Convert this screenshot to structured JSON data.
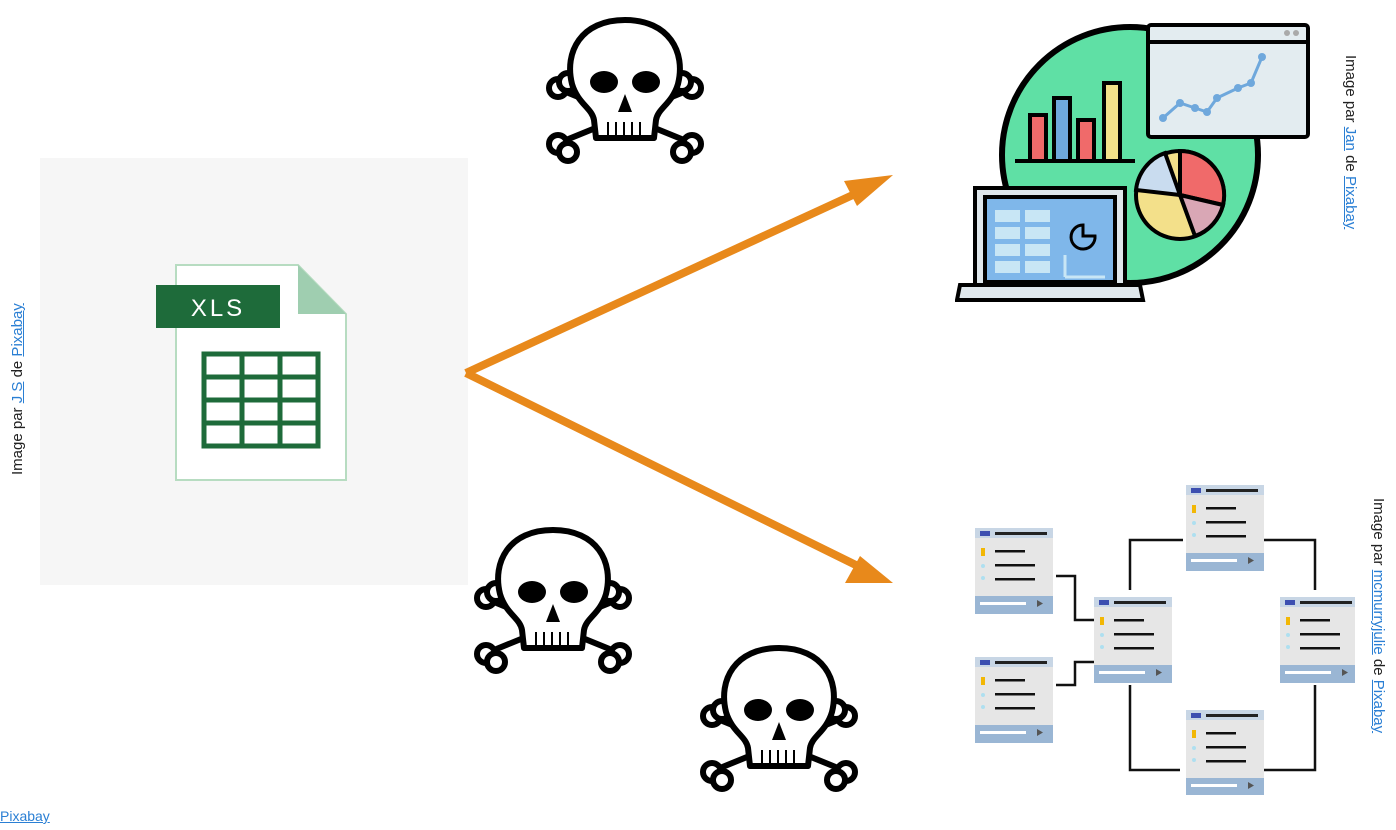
{
  "spreadsheet": {
    "badge": "XLS"
  },
  "credits": {
    "left": {
      "prefix": "Image par ",
      "author": "J S",
      "middle": " de ",
      "site": "Pixabay"
    },
    "top_right": {
      "prefix": "Image par ",
      "author": "Jan",
      "middle": " de ",
      "site": "Pixabay"
    },
    "bottom_right": {
      "prefix": "Image par ",
      "author": "mcmurryjulie",
      "middle": " de ",
      "site": "Pixabay"
    },
    "bottom_left_fragment": "Pixabay"
  },
  "colors": {
    "arrow": "#e8891b",
    "xls_green": "#1e6b3a",
    "link": "#2a7fd4",
    "dashboard_circle": "#5fe0a5"
  },
  "icons": [
    "skull-crossbones-icon",
    "spreadsheet-file-icon",
    "analytics-dashboard-icon",
    "database-schema-icon"
  ]
}
